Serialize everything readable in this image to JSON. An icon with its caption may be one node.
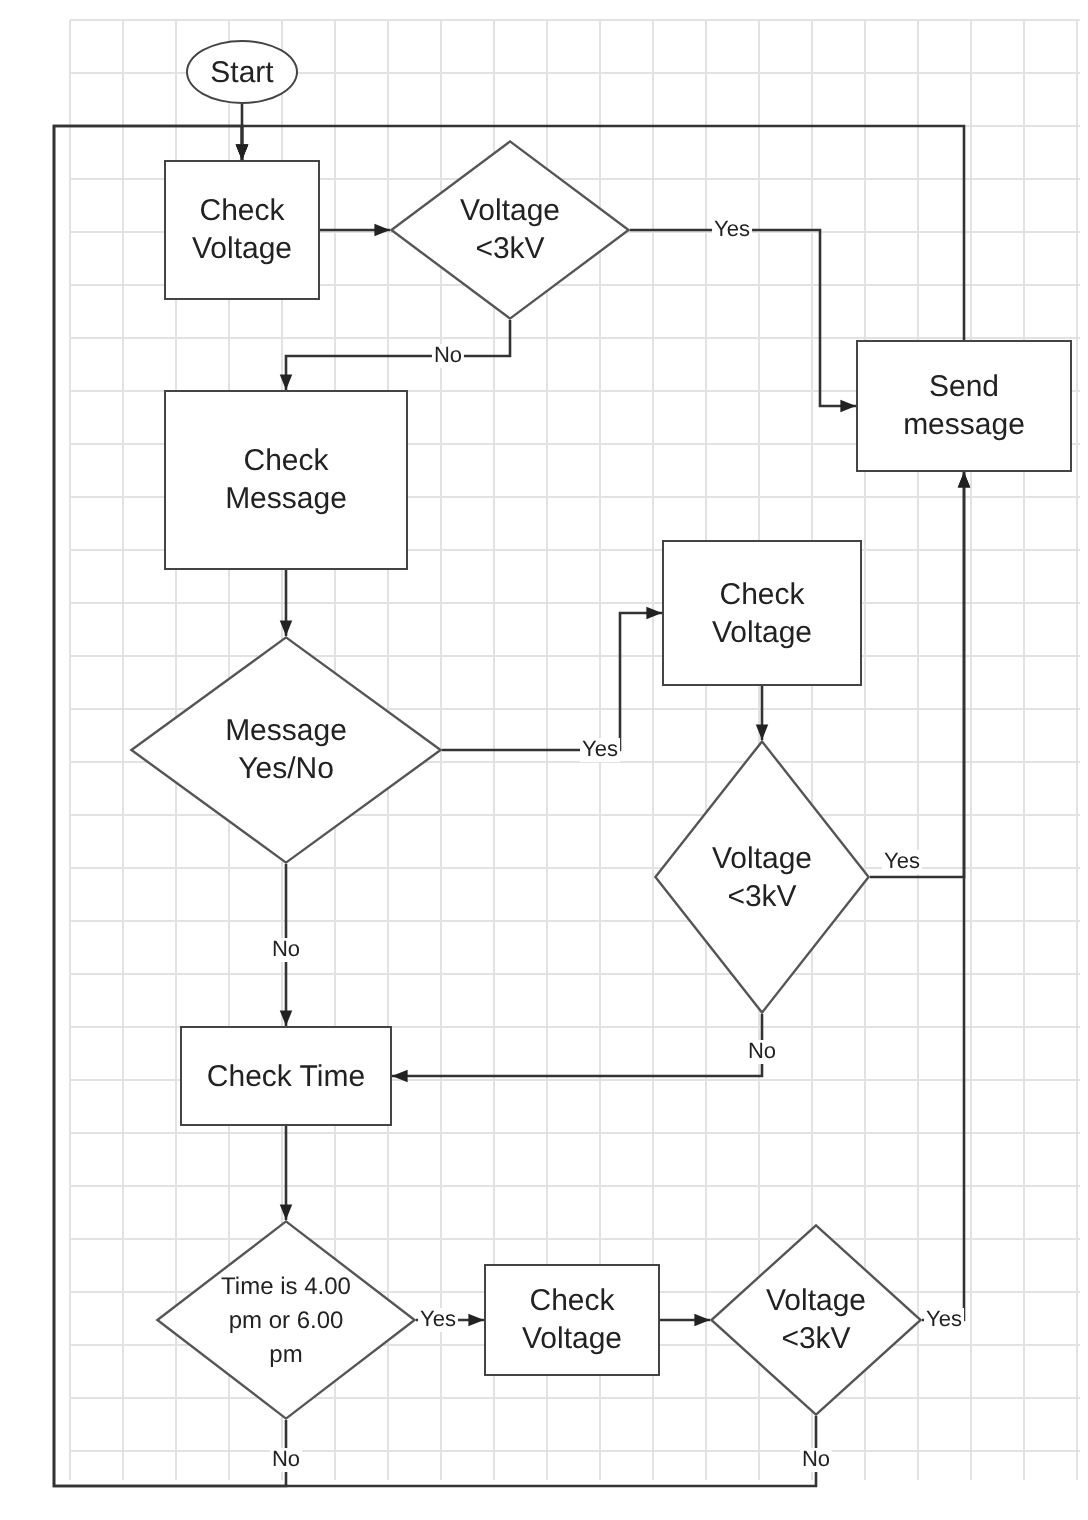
{
  "diagram": {
    "nodes": [
      {
        "text": [
          "Start"
        ]
      },
      {
        "text": [
          "Check Voltage"
        ]
      },
      {
        "text": [
          "Voltage <3kV"
        ]
      },
      {
        "text": [
          "Send message"
        ]
      },
      {
        "text": [
          "Check Message"
        ]
      },
      {
        "text": [
          "Message Yes/No"
        ]
      },
      {
        "text": [
          "Check Voltage"
        ]
      },
      {
        "text": [
          "Voltage <3kV"
        ]
      },
      {
        "text": [
          "Check Time"
        ]
      },
      {
        "text": [
          "Time is 4.00 pm or 6.00 pm"
        ]
      },
      {
        "text": [
          "Check Voltage"
        ]
      },
      {
        "text": [
          "Voltage <3kV"
        ]
      }
    ],
    "edges": [
      {
        "from": 0,
        "to": 1,
        "arrow": "to"
      },
      {
        "from": 1,
        "to": 2,
        "arrow": "to"
      },
      {
        "from": 2,
        "to": 3,
        "arrow": "to",
        "label": "Yes"
      },
      {
        "from": 2,
        "to": 4,
        "arrow": "to",
        "label": "No"
      },
      {
        "from": 3,
        "to": 1,
        "arrow": "to"
      },
      {
        "from": 4,
        "to": 5,
        "arrow": "to"
      },
      {
        "from": 5,
        "to": 6,
        "arrow": "to",
        "label": "Yes"
      },
      {
        "from": 6,
        "to": 7,
        "arrow": "to"
      },
      {
        "from": 7,
        "to": 3,
        "arrow": "to",
        "label": "Yes"
      },
      {
        "from": 7,
        "to": 8,
        "arrow": "to",
        "label": "No"
      },
      {
        "from": 5,
        "to": 8,
        "arrow": "to",
        "label": "No"
      },
      {
        "from": 8,
        "to": 9,
        "arrow": "to"
      },
      {
        "from": 9,
        "to": 10,
        "arrow": "to",
        "label": "Yes"
      },
      {
        "from": 10,
        "to": 11,
        "arrow": "to"
      },
      {
        "from": 11,
        "to": 3,
        "arrow": "to",
        "label": "Yes"
      },
      {
        "from": 9,
        "to": 1,
        "arrow": "to",
        "label": "No"
      },
      {
        "from": 11,
        "to": 1,
        "arrow": "to",
        "label": "No"
      }
    ]
  }
}
